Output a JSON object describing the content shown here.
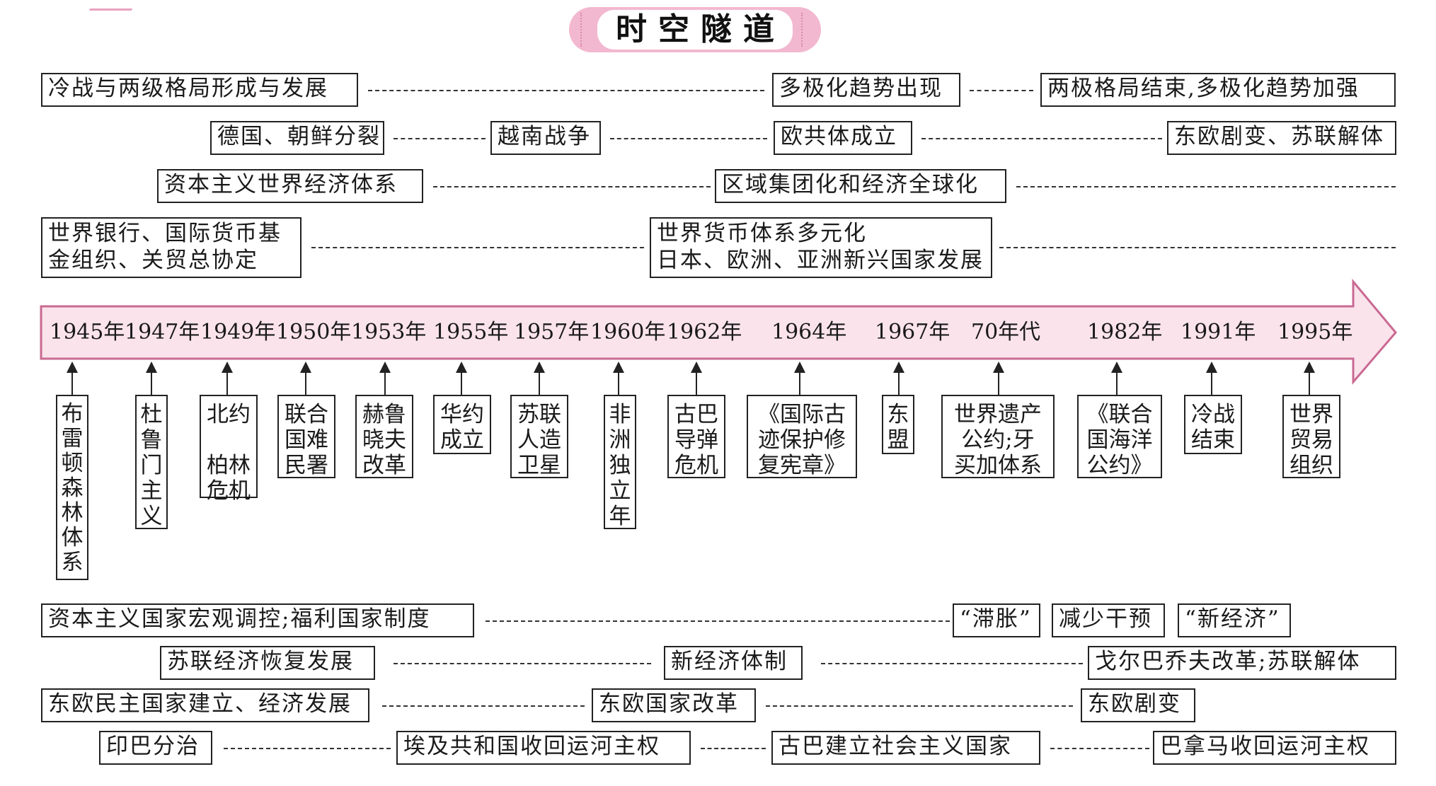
{
  "header": {
    "title": "时空隧道"
  },
  "top_rows": [
    [
      "冷战与两级格局形成与发展",
      "多极化趋势出现",
      "两极格局结束,多极化趋势加强"
    ],
    [
      "德国、朝鲜分裂",
      "越南战争",
      "欧共体成立",
      "东欧剧变、苏联解体"
    ],
    [
      "资本主义世界经济体系",
      "区域集团化和经济全球化"
    ],
    [
      "世界银行、国际货币基",
      "金组织、关贸总协定",
      "世界货币体系多元化",
      "日本、欧洲、亚洲新兴国家发展"
    ]
  ],
  "timeline": {
    "years": [
      "1945年",
      "1947年",
      "1949年",
      "1950年",
      "1953年",
      "1955年",
      "1957年",
      "1960年",
      "1962年",
      "1964年",
      "1967年",
      "70年代",
      "1982年",
      "1991年",
      "1995年"
    ]
  },
  "events": [
    "布\n雷\n顿\n森\n林\n体\n系",
    "杜\n鲁\n门\n主\n义",
    "北约\n\n柏林\n危机",
    "联合\n国难\n民署",
    "赫鲁\n晓夫\n改革",
    "华约\n成立",
    "苏联\n人造\n卫星",
    "非\n洲\n独\n立\n年",
    "古巴\n导弹\n危机",
    "《国际古\n迹保护修\n复宪章》",
    "东\n盟",
    "世界遗产\n公约;牙\n买加体系",
    "《联合\n国海洋\n公约》",
    "冷战\n结束",
    "世界\n贸易\n组织"
  ],
  "bottom_rows": [
    [
      "资本主义国家宏观调控;福利国家制度",
      "“滞胀”",
      "减少干预",
      "“新经济”"
    ],
    [
      "苏联经济恢复发展",
      "新经济体制",
      "戈尔巴乔夫改革;苏联解体"
    ],
    [
      "东欧民主国家建立、经济发展",
      "东欧国家改革",
      "东欧剧变"
    ],
    [
      "印巴分治",
      "埃及共和国收回运河主权",
      "古巴建立社会主义国家",
      "巴拿马收回运河主权"
    ]
  ],
  "colors": {
    "banner": "#f2b8cf",
    "timeline_fill": "#fbe3ec",
    "timeline_stroke": "#c96a92"
  }
}
